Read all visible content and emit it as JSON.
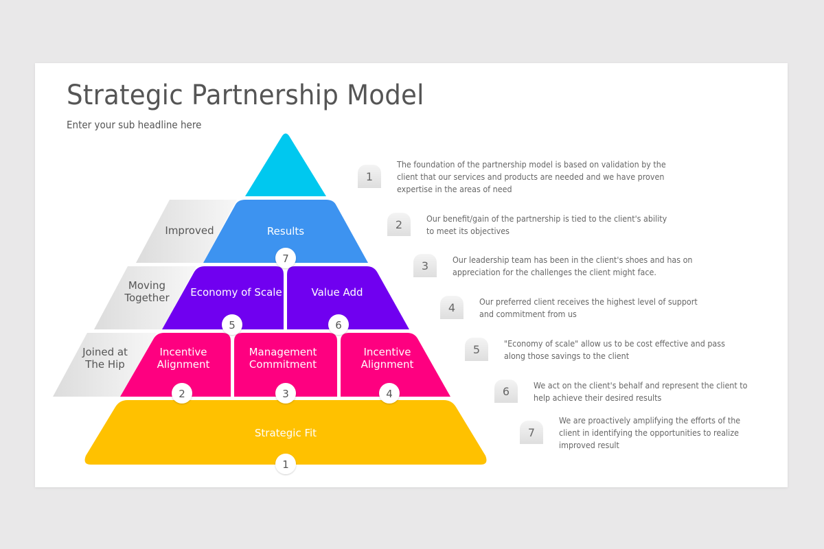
{
  "slide": {
    "title": "Strategic Partnership Model",
    "subtitle": "Enter your sub headline here"
  },
  "colors": {
    "apex": "#00c8ef",
    "results": "#3d93f0",
    "moving_together": "#7000f0",
    "joined_at_hip": "#fe0080",
    "strategic_fit": "#ffc100",
    "side_band": "#e4e4e4",
    "text_dark": "#555555"
  },
  "pyramid": {
    "side_labels": {
      "improved": "Improved",
      "moving_together": "Moving\nTogether",
      "joined": "Joined at\nThe Hip"
    },
    "blocks": {
      "results": {
        "label": "Results",
        "number": "7"
      },
      "economy": {
        "label": "Economy of Scale",
        "number": "5"
      },
      "value_add": {
        "label": "Value Add",
        "number": "6"
      },
      "incentive_left": {
        "label": "Incentive\nAlignment",
        "number": "2"
      },
      "management": {
        "label": "Management\nCommitment",
        "number": "3"
      },
      "incentive_right": {
        "label": "Incentive\nAlignment",
        "number": "4"
      },
      "strategic_fit": {
        "label": "Strategic Fit",
        "number": "1"
      }
    }
  },
  "descriptions": [
    {
      "number": "1",
      "text": "The foundation of the partnership model is based on validation by the\nclient that our services and products are needed and we have proven\nexpertise in the areas of need"
    },
    {
      "number": "2",
      "text": "Our benefit/gain of the partnership is tied to the client's ability\nto meet its objectives"
    },
    {
      "number": "3",
      "text": "Our leadership team has been in the client's shoes and has on\nappreciation for the challenges the client might face."
    },
    {
      "number": "4",
      "text": "Our preferred client receives the highest level of support\nand commitment from us"
    },
    {
      "number": "5",
      "text": "\"Economy of scale\" allow us to be cost effective and pass\nalong those savings to the client"
    },
    {
      "number": "6",
      "text": "We act on the client's behalf and represent the client to\nhelp achieve their desired results"
    },
    {
      "number": "7",
      "text": "We are proactively amplifying the efforts of the\nclient in identifying the opportunities to realize\nimproved result"
    }
  ]
}
